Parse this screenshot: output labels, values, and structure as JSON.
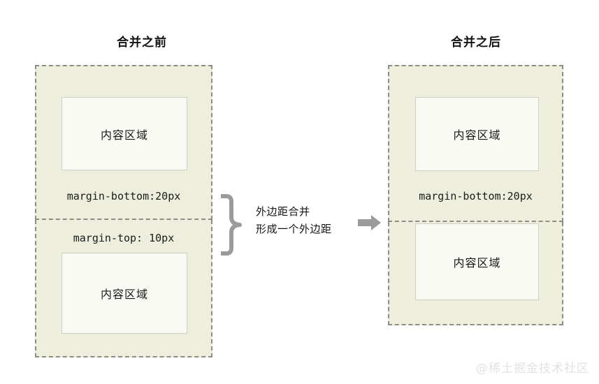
{
  "diagram": {
    "title_left": "合并之前",
    "title_right": "合并之后",
    "before": {
      "top_block": {
        "content_label": "内容区域",
        "margin_label": "margin-bottom:20px"
      },
      "bottom_block": {
        "content_label": "内容区域",
        "margin_label": "margin-top: 10px"
      }
    },
    "after": {
      "top_block": {
        "content_label": "内容区域",
        "margin_label": "margin-bottom:20px"
      },
      "bottom_block": {
        "content_label": "内容区域"
      }
    },
    "annotation": {
      "line1": "外边距合并",
      "line2": "形成一个外边距"
    },
    "watermark": "@稀土掘金技术社区",
    "colors": {
      "margin_fill": "#edeedb",
      "margin_border": "#8d8d83",
      "content_fill": "#f9faf3",
      "content_border": "#cfcfc4",
      "annotation_gray": "#9b9b9b",
      "background": "#ffffff"
    }
  }
}
